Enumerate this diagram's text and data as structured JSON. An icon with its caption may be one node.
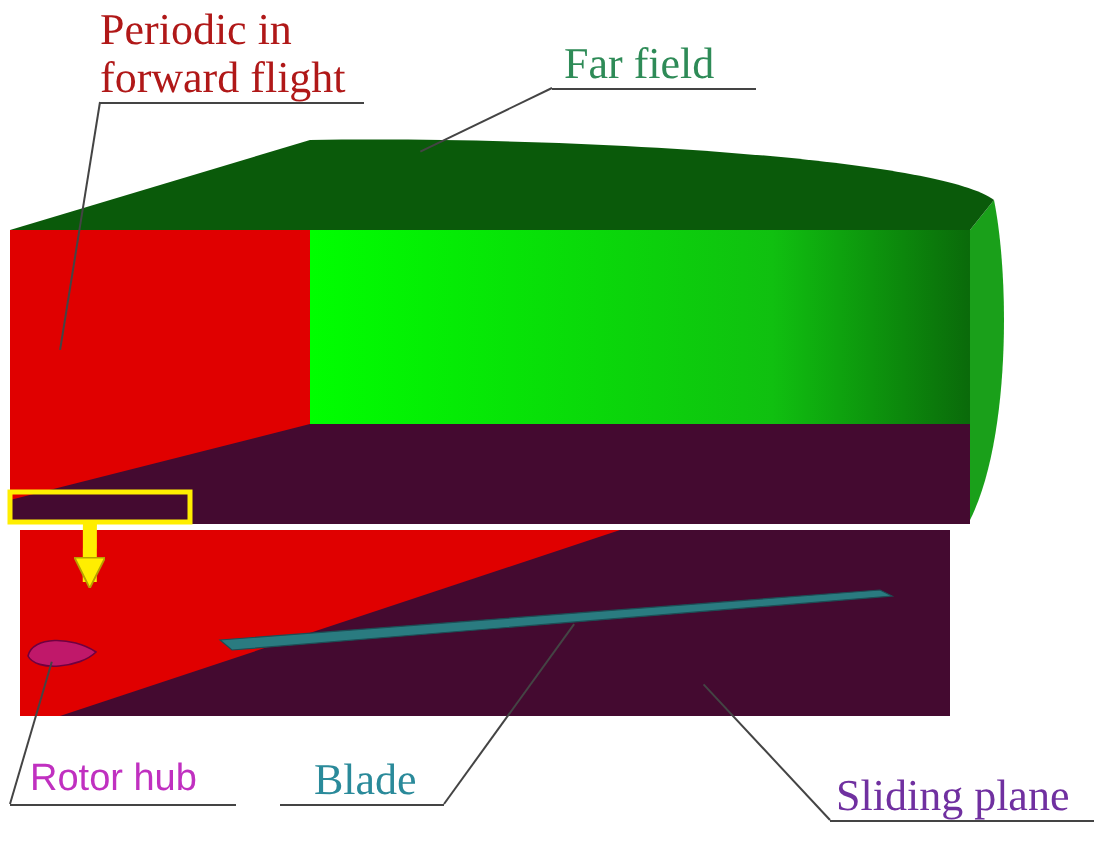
{
  "diagram": {
    "nodes": [
      {
        "text": [
          "Periodic in forward flight"
        ]
      },
      {
        "text": [
          "Far field"
        ]
      },
      {
        "text": [],
        "shape": "cylinder"
      },
      {
        "text": [],
        "shape": "box"
      },
      {
        "text": [],
        "shape": "box",
        "in": 3
      },
      {
        "text": [],
        "shape": "box"
      },
      {
        "text": [],
        "shape": "cone",
        "in": 5
      },
      {
        "text": [],
        "shape": "bar",
        "in": 5
      },
      {
        "text": [
          "Rotor hub"
        ]
      },
      {
        "text": [
          "Blade"
        ]
      },
      {
        "text": [
          "Sliding plane"
        ]
      }
    ],
    "edges": [
      {
        "from": 0,
        "to": 3,
        "arrow": "none"
      },
      {
        "from": 1,
        "to": 2,
        "arrow": "none"
      },
      {
        "from": 4,
        "to": 5,
        "arrow": "to",
        "style": "thick",
        "color": "#ffee00"
      },
      {
        "from": 8,
        "to": 6,
        "arrow": "none"
      },
      {
        "from": 9,
        "to": 7,
        "arrow": "none"
      },
      {
        "from": 10,
        "to": 5,
        "arrow": "none"
      }
    ]
  }
}
